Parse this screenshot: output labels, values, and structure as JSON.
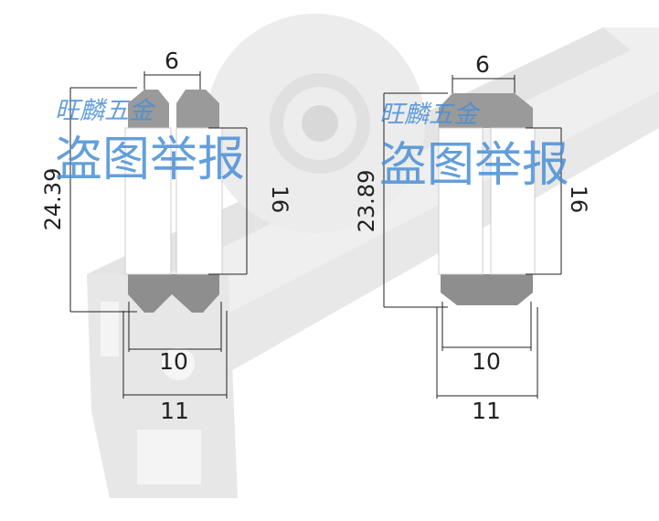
{
  "watermark": {
    "shop_name": "旺麟五金",
    "report_text": "盗图举报"
  },
  "left_wheel": {
    "top_width": "6",
    "inner_width": "10",
    "outer_width": "11",
    "total_height": "24.39",
    "bore_height": "16",
    "profile": "dual-v-groove"
  },
  "right_wheel": {
    "top_width": "6",
    "inner_width": "10",
    "outer_width": "11",
    "total_height": "23.89",
    "bore_height": "16",
    "profile": "flat-rim"
  },
  "colors": {
    "background_photo": "#e3e3e3",
    "rim": "#999999",
    "bore": "#ffffff",
    "dimension_line": "#222222",
    "watermark": "#4a8fd6"
  }
}
